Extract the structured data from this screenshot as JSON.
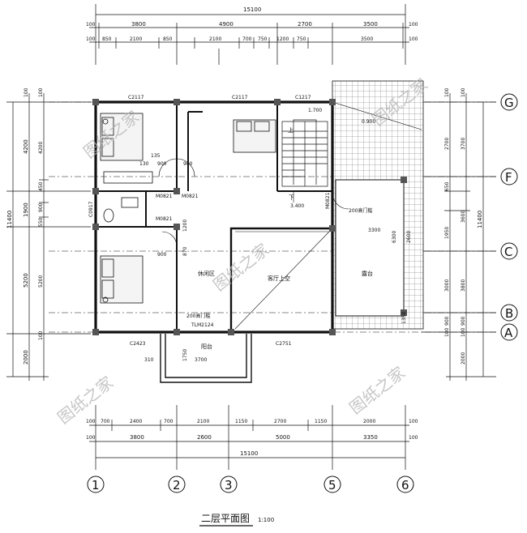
{
  "title": "二层平面图",
  "scale": "1:100",
  "watermark": "图纸之家",
  "axes_columns": [
    "1",
    "2",
    "3",
    "5",
    "6"
  ],
  "axes_rows": [
    "G",
    "F",
    "C",
    "B",
    "A"
  ],
  "dims": {
    "top_total": "15100",
    "top_mid": [
      "100",
      "3800",
      "4900",
      "2700",
      "3500",
      "100"
    ],
    "top_inner": [
      "100",
      "850",
      "2100",
      "850",
      "2100",
      "700",
      "750",
      "1200",
      "750",
      "3500",
      "100"
    ],
    "bottom_inner": [
      "100",
      "700",
      "2400",
      "700",
      "2100",
      "1150",
      "2700",
      "1150",
      "2000",
      "100"
    ],
    "bottom_mid": [
      "100",
      "3800",
      "2600",
      "5000",
      "3350",
      "100"
    ],
    "bottom_total": "15100",
    "left_outer": [
      "100",
      "4200",
      "1900",
      "5200",
      "2000"
    ],
    "left_total": "11400",
    "left_inner": [
      "100",
      "4200",
      "450",
      "900",
      "550",
      "5200",
      "100"
    ],
    "right_outer": [
      "100",
      "3700",
      "3600",
      "3800",
      "900",
      "100",
      "2000"
    ],
    "right_total": "11400",
    "right_inner": [
      "100",
      "2700",
      "650",
      "1950",
      "3000",
      "900",
      "100"
    ]
  },
  "labels": {
    "win_c2117_a": "C2117",
    "win_c2117_b": "C2117",
    "win_c1217": "C1217",
    "win_c2423": "C2423",
    "win_c2751": "C2751",
    "win_c0917": "C0917",
    "door_m0821_a": "M0821",
    "door_m0821_b": "M0821",
    "door_m0821_c": "M0821",
    "door_m0821_d": "M0821",
    "room_leisure": "休闲区",
    "room_living_void": "客厅上空",
    "room_terrace": "露台",
    "room_balcony": "阳台",
    "stair_up": "上",
    "stair_down": "下",
    "elev_1700": "1.700",
    "elev_3400": "3.400",
    "elev_0900": "0.900",
    "sill_200_a": "200高门槛",
    "sill_200_b": "200高门槛",
    "tlm": "TLM2124",
    "dim_3300": "3300",
    "dim_3700": "3700",
    "dim_900_a": "900",
    "dim_900_b": "900",
    "dim_900_c": "900",
    "dim_135": "135",
    "dim_130": "130",
    "dim_870": "870",
    "dim_310": "310",
    "dim_1750": "1750",
    "dim_1200": "1200",
    "dim_2600": "2600",
    "dim_6300": "6300",
    "dim_1350": "1350"
  }
}
